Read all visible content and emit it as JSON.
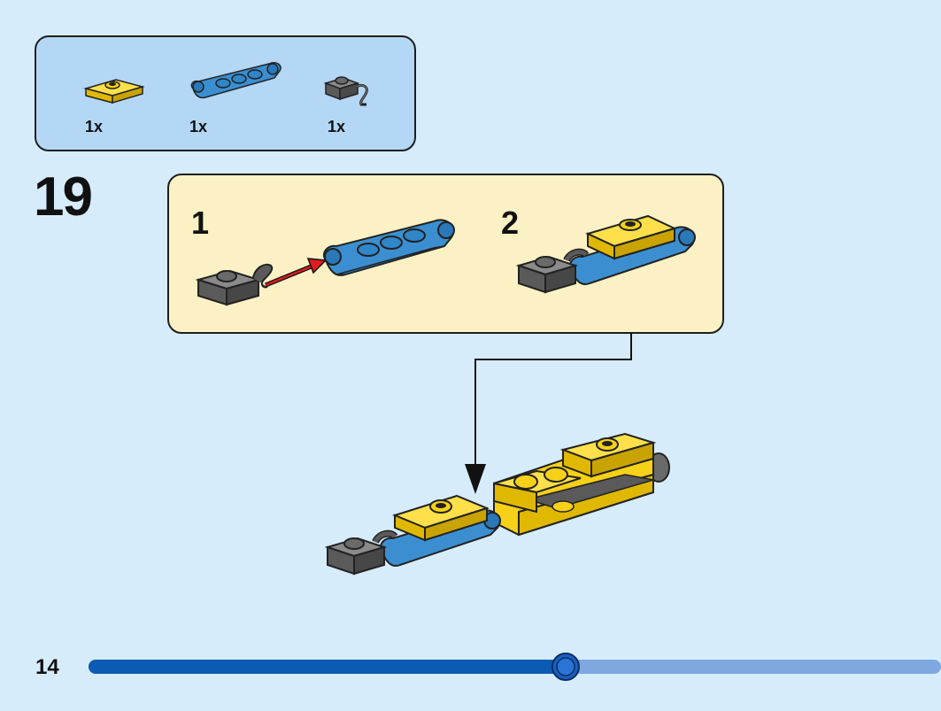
{
  "parts_list": [
    {
      "name": "yellow-plate-1x2-one-stud",
      "quantity": "1x",
      "color": "#f7d117"
    },
    {
      "name": "blue-plate-with-handles",
      "quantity": "1x",
      "color": "#3b8fd1"
    },
    {
      "name": "dark-gray-plate-with-clip",
      "quantity": "1x",
      "color": "#6a6a6a"
    }
  ],
  "step": {
    "number": "19"
  },
  "substeps": [
    {
      "label": "1"
    },
    {
      "label": "2"
    }
  ],
  "page": {
    "number": "14",
    "progress": 0.58
  },
  "colors": {
    "background": "#d6ecfb",
    "parts_box": "#b3d7f5",
    "substep_box": "#fcf1c4",
    "yellow": "#f7d117",
    "blue": "#3b8fd1",
    "dark_gray": "#6a6a6a",
    "arrow_red": "#e01b1b",
    "progress_dark": "#0b5ab3",
    "progress_light": "#7ea8df"
  }
}
